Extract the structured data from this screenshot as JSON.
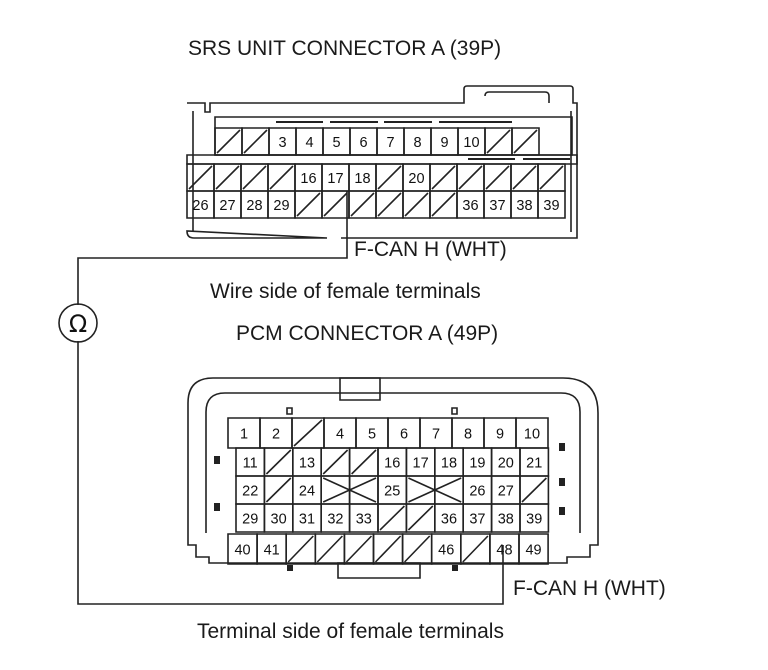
{
  "srs": {
    "title": "SRS UNIT CONNECTOR A (39P)",
    "wire_label": "F-CAN H (WHT)",
    "caption": "Wire side of female terminals",
    "row1": [
      "",
      "",
      "3",
      "4",
      "5",
      "6",
      "7",
      "8",
      "9",
      "10",
      "",
      ""
    ],
    "row2": [
      "",
      "",
      "",
      "",
      "16",
      "17",
      "18",
      "",
      "20",
      "",
      "",
      "",
      "",
      ""
    ],
    "row3": [
      "26",
      "27",
      "28",
      "29",
      "",
      "",
      "",
      "",
      "",
      "",
      "36",
      "37",
      "38",
      "39"
    ]
  },
  "pcm": {
    "title": "PCM CONNECTOR A (49P)",
    "wire_label": "F-CAN H (WHT)",
    "caption": "Terminal side of female terminals",
    "row1": [
      "1",
      "2",
      "",
      "4",
      "5",
      "6",
      "7",
      "8",
      "9",
      "10"
    ],
    "row2": [
      "11",
      "",
      "13",
      "",
      "",
      "16",
      "17",
      "18",
      "19",
      "20",
      "21"
    ],
    "row3": [
      "22",
      "",
      "24",
      "",
      "",
      "25",
      "",
      "",
      "26",
      "27",
      ""
    ],
    "row4": [
      "29",
      "30",
      "31",
      "32",
      "33",
      "",
      "",
      "36",
      "37",
      "38",
      "39"
    ],
    "row5": [
      "40",
      "41",
      "",
      "",
      "",
      "",
      "",
      "46",
      "",
      "48",
      "49"
    ]
  },
  "meter": {
    "symbol": "Ω",
    "icon": "ohmmeter-icon"
  },
  "colors": {
    "line": "#222222",
    "background": "#ffffff"
  }
}
